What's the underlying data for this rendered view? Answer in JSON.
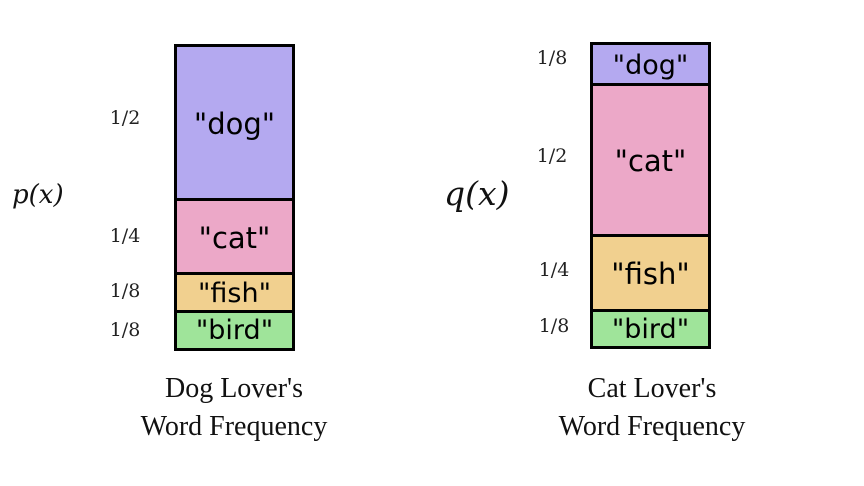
{
  "left": {
    "dist_label": "p(x)",
    "caption_line1": "Dog Lover's",
    "caption_line2": "Word Frequency",
    "segments": [
      {
        "word": "\"dog\"",
        "prob": "1/2",
        "color": "#b4a9f0"
      },
      {
        "word": "\"cat\"",
        "prob": "1/4",
        "color": "#eca8c8"
      },
      {
        "word": "\"fish\"",
        "prob": "1/8",
        "color": "#f1d08f"
      },
      {
        "word": "\"bird\"",
        "prob": "1/8",
        "color": "#9fe49a"
      }
    ]
  },
  "right": {
    "dist_label": "q(x)",
    "caption_line1": "Cat Lover's",
    "caption_line2": "Word Frequency",
    "segments": [
      {
        "word": "\"dog\"",
        "prob": "1/8",
        "color": "#b4a9f0"
      },
      {
        "word": "\"cat\"",
        "prob": "1/2",
        "color": "#eca8c8"
      },
      {
        "word": "\"fish\"",
        "prob": "1/4",
        "color": "#f1d08f"
      },
      {
        "word": "\"bird\"",
        "prob": "1/8",
        "color": "#9fe49a"
      }
    ]
  }
}
